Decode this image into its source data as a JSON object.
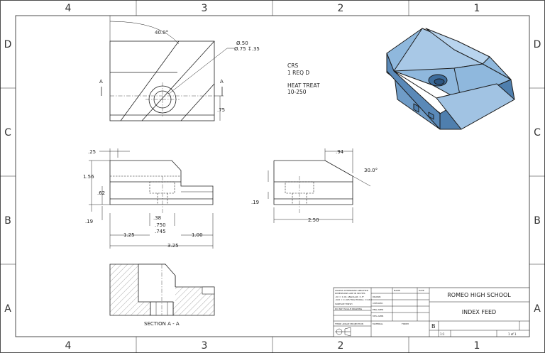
{
  "zones": {
    "columns": [
      "4",
      "3",
      "2",
      "1"
    ],
    "rows": [
      "D",
      "C",
      "B",
      "A"
    ]
  },
  "notes": {
    "material": "CRS",
    "quantity": "1 REQ D",
    "treatment": "HEAT TREAT",
    "treatment_spec": "10-250"
  },
  "dimensions": {
    "angle_top": "40.0°",
    "hole_dia": "Ø.50",
    "hole_cbore": "Ø.75 ↧.35",
    "height_right": ".75",
    "section_mark": "A",
    "top_offset": ".25",
    "overall_height": "1.56",
    "step_height": ".62",
    "bottom_height": ".19",
    "slot_width": ".38",
    "bore_outer": ".750",
    "bore_inner": ".745",
    "left_len": "1.25",
    "right_len": "1.00",
    "overall_len": "3.25",
    "side_top": ".94",
    "side_angle": "30.0°",
    "side_bottom": ".19",
    "side_len": "2.50"
  },
  "section_label": "SECTION A - A",
  "title_block": {
    "school": "ROMEO HIGH SCHOOL",
    "title": "INDEX FEED",
    "size": "B",
    "scale": "1:1",
    "sheet": "1 of 1",
    "dwg_no": "",
    "tolerance_notes": [
      "UNLESS OTHERWISE SPECIFIED",
      "DIMENSIONS ARE IN INCHES",
      ".XX = ±.01    ANGULAR: ±.5°",
      ".XXX = ±.005   FRACTIONAL: ±1/64",
      "SURFACE FINISH"
    ],
    "do_not_scale": "DO NOT SCALE DRAWING",
    "third_angle": "THIRD ANGLE PROJECTION",
    "material_label": "MATERIAL",
    "finish_label": "FINISH",
    "name_header": "NAME",
    "date_header": "DATE",
    "rows": [
      "DRAWN",
      "CHECKED",
      "ENG APPR",
      "MFG APPR"
    ]
  },
  "colors": {
    "shaded_top": "#8fb8dd",
    "shaded_side": "#6f9cc7",
    "shaded_dark": "#4f7fae",
    "line": "#222222"
  }
}
